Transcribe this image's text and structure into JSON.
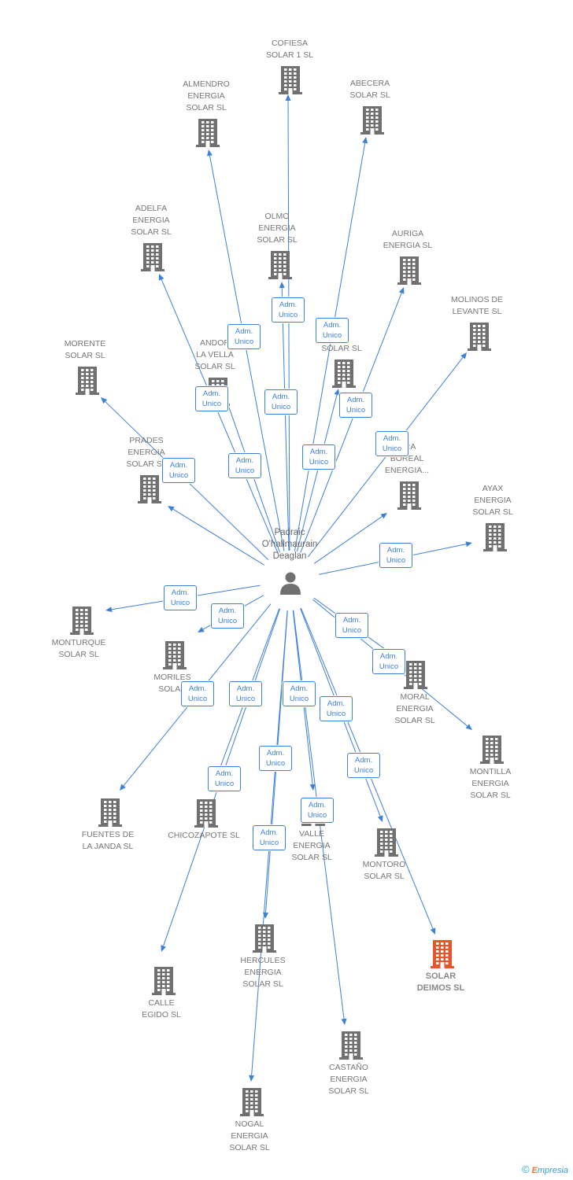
{
  "person": {
    "name_lines": [
      "Padraic",
      "O'hallmaurain",
      "Deaglan"
    ]
  },
  "role_label_lines": [
    "Adm.",
    "Unico"
  ],
  "colors": {
    "arrow": "#3d80d8",
    "building": "#707070",
    "highlight": "#e8552a"
  },
  "companies": [
    {
      "lines": [
        "COFIESA",
        "SOLAR 1 SL"
      ],
      "highlight": false
    },
    {
      "lines": [
        "ALMENDRO",
        "ENERGIA",
        "SOLAR SL"
      ],
      "highlight": false
    },
    {
      "lines": [
        "ABECERA",
        "SOLAR SL"
      ],
      "highlight": false
    },
    {
      "lines": [
        "ADELFA",
        "ENERGIA",
        "SOLAR SL"
      ],
      "highlight": false
    },
    {
      "lines": [
        "OLMO",
        "ENERGIA",
        "SOLAR SL"
      ],
      "highlight": false
    },
    {
      "lines": [
        "AURIGA",
        "ENERGIA SL"
      ],
      "highlight": false
    },
    {
      "lines": [
        "MOLINOS DE",
        "LEVANTE SL"
      ],
      "highlight": false
    },
    {
      "lines": [
        "MORENTE",
        "SOLAR SL"
      ],
      "highlight": false
    },
    {
      "lines": [
        "ANDOR",
        "LA VELLA",
        "SOLAR SL"
      ],
      "highlight": false
    },
    {
      "lines": [
        "A",
        "GIA",
        "SOLAR SL"
      ],
      "highlight": false
    },
    {
      "lines": [
        "PRADES",
        "ENERGIA",
        "SOLAR SL"
      ],
      "highlight": false
    },
    {
      "lines": [
        "ORA",
        "BOREAL",
        "ENERGIA..."
      ],
      "highlight": false
    },
    {
      "lines": [
        "AYAX",
        "ENERGIA",
        "SOLAR SL"
      ],
      "highlight": false
    },
    {
      "lines": [
        "MONTURQUE",
        "SOLAR SL"
      ],
      "highlight": false
    },
    {
      "lines": [
        "MORILES",
        "SOLAR"
      ],
      "highlight": false
    },
    {
      "lines": [
        "MORAL",
        "ENERGIA",
        "SOLAR SL"
      ],
      "highlight": false
    },
    {
      "lines": [
        "MONTILLA",
        "ENERGIA",
        "SOLAR SL"
      ],
      "highlight": false
    },
    {
      "lines": [
        "FUENTES DE",
        "LA JANDA SL"
      ],
      "highlight": false
    },
    {
      "lines": [
        "CHICOZAPOTE SL"
      ],
      "highlight": false
    },
    {
      "lines": [
        "VALLE",
        "ENERGIA",
        "SOLAR SL"
      ],
      "highlight": false
    },
    {
      "lines": [
        "MONTORO",
        "SOLAR SL"
      ],
      "highlight": false
    },
    {
      "lines": [
        "HERCULES",
        "ENERGIA",
        "SOLAR SL"
      ],
      "highlight": false
    },
    {
      "lines": [
        "SOLAR",
        "DEIMOS SL"
      ],
      "highlight": true
    },
    {
      "lines": [
        "CALLE",
        "EGIDO SL"
      ],
      "highlight": false
    },
    {
      "lines": [
        "CASTAÑO",
        "ENERGIA",
        "SOLAR SL"
      ],
      "highlight": false
    },
    {
      "lines": [
        "NOGAL",
        "ENERGIA",
        "SOLAR SL"
      ],
      "highlight": false
    }
  ],
  "footer": {
    "copyright": "©",
    "brand_first": "E",
    "brand_rest": "mpresia"
  }
}
